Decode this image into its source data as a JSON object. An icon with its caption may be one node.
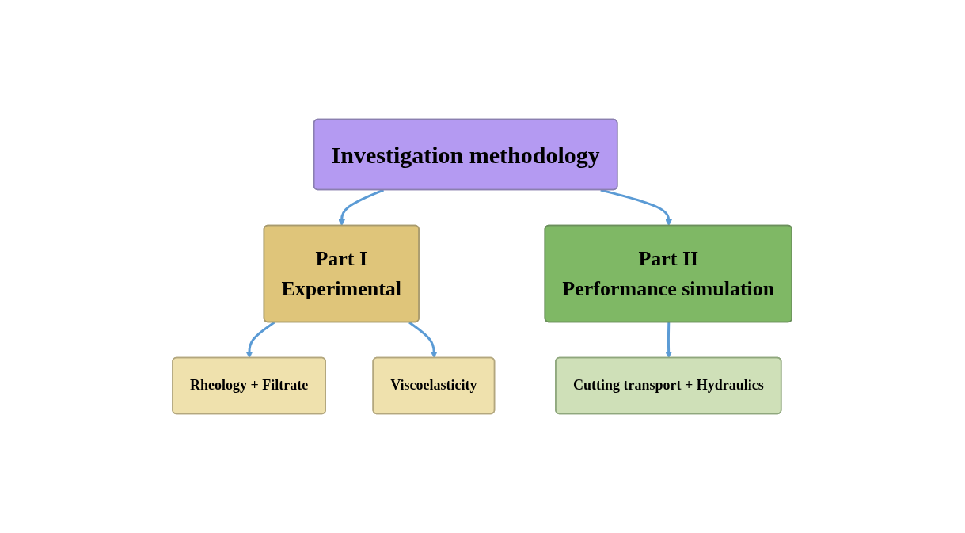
{
  "diagram": {
    "nodes": [
      {
        "text": [
          "Investigation methodology"
        ]
      },
      {
        "text": [
          "Part I",
          "Experimental"
        ]
      },
      {
        "text": [
          "Part II",
          "Performance simulation"
        ]
      },
      {
        "text": [
          "Rheology + Filtrate"
        ]
      },
      {
        "text": [
          "Viscoelasticity"
        ]
      },
      {
        "text": [
          "Cutting transport + Hydraulics"
        ]
      }
    ],
    "edges": [
      {
        "from": 0,
        "to": 1,
        "arrow": "to"
      },
      {
        "from": 0,
        "to": 2,
        "arrow": "to"
      },
      {
        "from": 1,
        "to": 3,
        "arrow": "to"
      },
      {
        "from": 1,
        "to": 4,
        "arrow": "to"
      },
      {
        "from": 2,
        "to": 5,
        "arrow": "to"
      }
    ]
  }
}
